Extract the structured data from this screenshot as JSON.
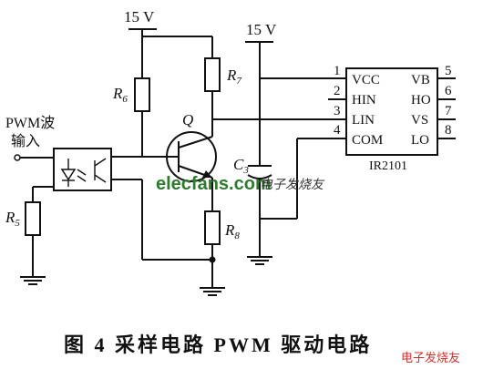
{
  "supply_left": "15 V",
  "supply_right": "15 V",
  "resistors": {
    "r6": "R",
    "r6_sub": "6",
    "r7": "R",
    "r7_sub": "7",
    "r8": "R",
    "r8_sub": "8",
    "r5": "R",
    "r5_sub": "5"
  },
  "transistor": "Q",
  "capacitor": {
    "name": "C",
    "sub": "3"
  },
  "input_label_1": "PWM波",
  "input_label_2": "输入",
  "ic": {
    "name": "IR2101",
    "left_pins": [
      "VCC",
      "HIN",
      "LIN",
      "COM"
    ],
    "right_pins": [
      "VB",
      "HO",
      "VS",
      "LO"
    ],
    "left_nums": [
      "1",
      "2",
      "3",
      "4"
    ],
    "right_nums": [
      "5",
      "6",
      "7",
      "8"
    ]
  },
  "caption": "图 4   采样电路 PWM 驱动电路",
  "watermark": {
    "site": "elecfans.com",
    "cn": "电子发烧友",
    "corner": "电子发烧友"
  }
}
